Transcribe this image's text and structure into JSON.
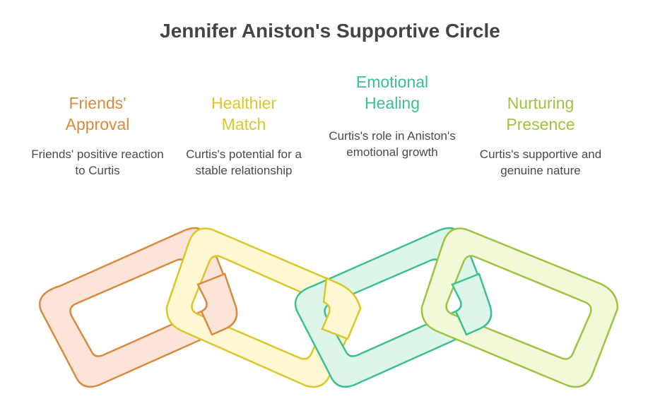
{
  "title": "Jennifer Aniston's Supportive Circle",
  "items": [
    {
      "title_lines": [
        "Friends'",
        "Approval"
      ],
      "description": "Friends' positive reaction to Curtis",
      "color": "#d98a3c",
      "fill": "#fde4d9"
    },
    {
      "title_lines": [
        "Healthier",
        "Match"
      ],
      "description": "Curtis's potential for a stable relationship",
      "color": "#dcc62a",
      "fill": "#fdf7d2"
    },
    {
      "title_lines": [
        "Emotional",
        "Healing"
      ],
      "description": "Curtis's role in Aniston's emotional growth",
      "color": "#3dbf8f",
      "fill": "#dcf7ea"
    },
    {
      "title_lines": [
        "Nurturing",
        "Presence"
      ],
      "description": "Curtis's supportive and genuine nature",
      "color": "#9cc43e",
      "fill": "#f1f9d9"
    }
  ]
}
